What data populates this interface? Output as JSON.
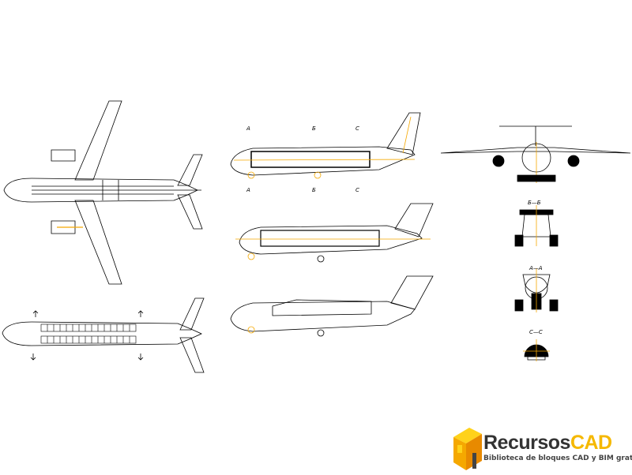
{
  "drawing": {
    "views": [
      "top-view",
      "cabin-layout",
      "side-view-a",
      "side-view-b",
      "side-view-c",
      "front-view",
      "section-b-b",
      "section-a-a",
      "section-c-c"
    ],
    "section_marks_top": [
      "A",
      "Б",
      "C"
    ],
    "section_marks_bottom": [
      "A",
      "Б",
      "C"
    ],
    "section_titles": {
      "bb": "Б—Б",
      "aa": "A—A",
      "cc": "C—C"
    },
    "accent_color": "#f5a800",
    "line_color": "#000000"
  },
  "logo": {
    "brand_part1": "Recursos",
    "brand_part2": "CAD",
    "tagline": "Biblioteca de bloques CAD y BIM gratuita"
  }
}
